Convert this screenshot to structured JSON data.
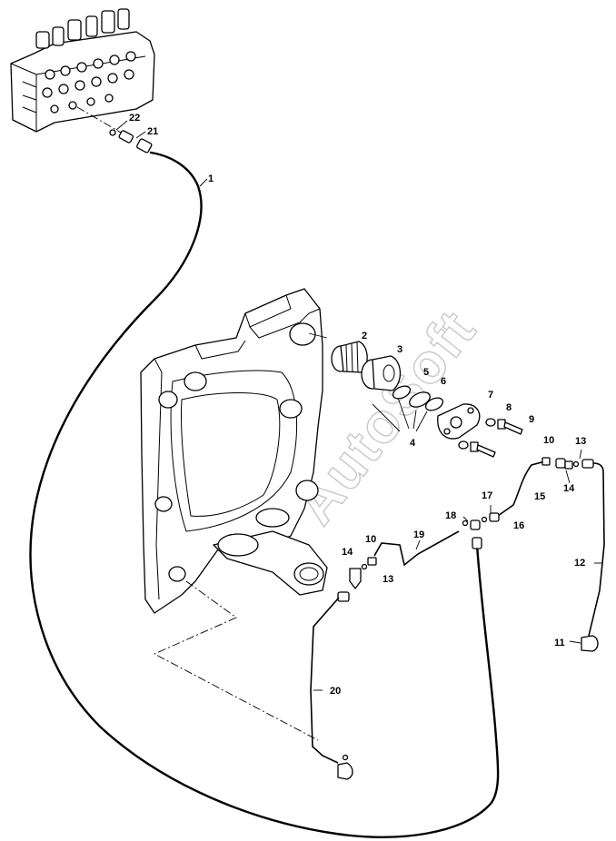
{
  "watermark": "AutoSoft",
  "callouts": {
    "c1": "1",
    "c2": "2",
    "c3": "3",
    "c4": "4",
    "c5": "5",
    "c6": "6",
    "c7": "7",
    "c8": "8",
    "c9": "9",
    "c10a": "10",
    "c10b": "10",
    "c11": "11",
    "c12": "12",
    "c13a": "13",
    "c13b": "13",
    "c14a": "14",
    "c14b": "14",
    "c15": "15",
    "c16": "16",
    "c17": "17",
    "c18": "18",
    "c19": "19",
    "c20": "20",
    "c21": "21",
    "c22": "22"
  }
}
